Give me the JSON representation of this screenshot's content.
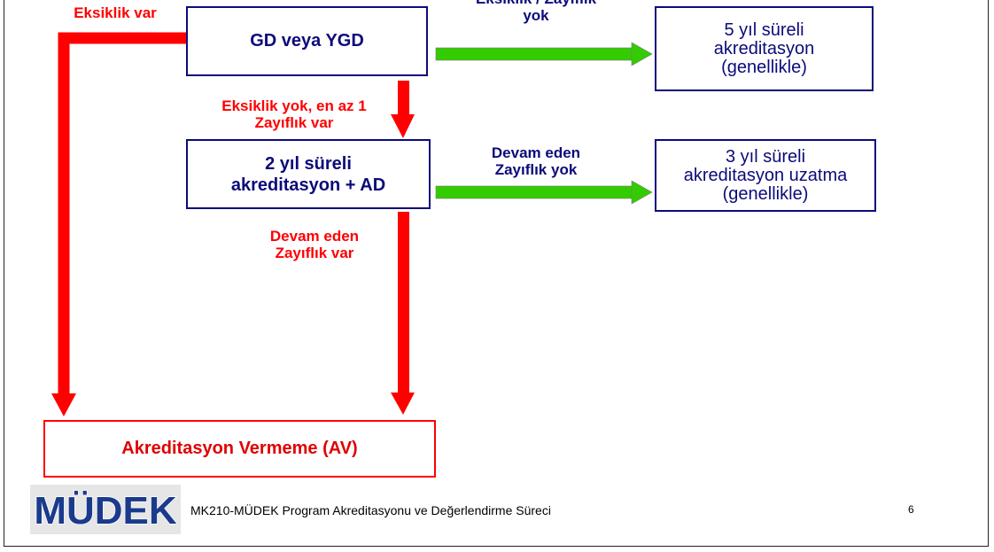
{
  "nodes": {
    "gd_ygd": "GD veya YGD",
    "two_year_line1": "2 yıl süreli",
    "two_year_line2": "akreditasyon  +  AD",
    "five_year_line1": "5 yıl süreli",
    "five_year_line2": "akreditasyon",
    "five_year_line3": "(genellikle)",
    "three_year_line1": "3 yıl süreli",
    "three_year_line2": "akreditasyon uzatma",
    "three_year_line3": "(genellikle)",
    "av": "Akreditasyon Vermeme (AV)"
  },
  "edge_labels": {
    "eksiklik_var": "Eksiklik var",
    "eksiklik_zayiflik_yok_line1": "Eksiklik / Zayıflık",
    "eksiklik_zayiflik_yok_line2": "yok",
    "eksiklik_yok_zayiflik_var_line1": "Eksiklik yok, en az 1",
    "eksiklik_yok_zayiflik_var_line2": "Zayıflık var",
    "devam_yok_line1": "Devam eden",
    "devam_yok_line2": "Zayıflık yok",
    "devam_var_line1": "Devam eden",
    "devam_var_line2": "Zayıflık var"
  },
  "footer": {
    "logo": "MÜDEK",
    "title": "MK210-MÜDEK Program Akreditasyonu ve Değerlendirme Süreci",
    "page_number": "6"
  },
  "colors": {
    "red_arrow": "#ff0000",
    "green_arrow": "#33cc00",
    "blue_box": "#0b0b7a",
    "logo_blue": "#1a3a8c"
  }
}
